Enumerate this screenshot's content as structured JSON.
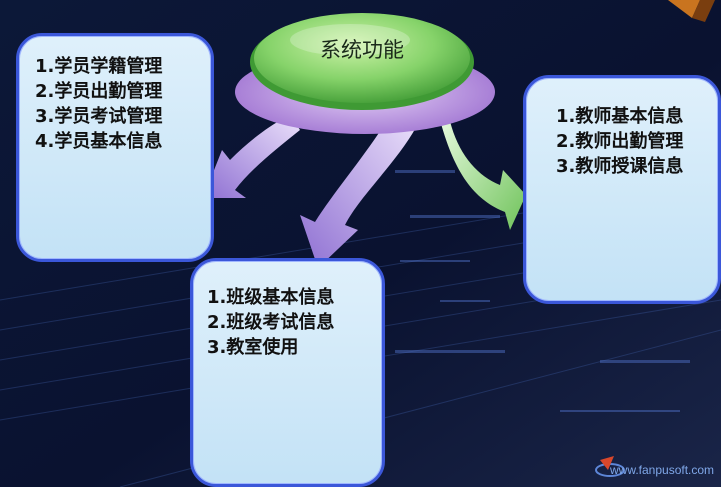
{
  "core": {
    "label": "系统功能"
  },
  "student_box": {
    "items": [
      "1.学员学籍管理",
      "2.学员出勤管理",
      "3.学员考试管理",
      "4.学员基本信息"
    ]
  },
  "teacher_box": {
    "items": [
      "1.教师基本信息",
      "2.教师出勤管理",
      "3.教师授课信息"
    ]
  },
  "class_box": {
    "items": [
      "1.班级基本信息",
      "2.班级考试信息",
      "3.教室使用"
    ]
  },
  "watermark": {
    "text": "www.fanpusoft.com"
  },
  "colors": {
    "background": "#0b1330",
    "box_border": "#3b57d9",
    "box_fill": "#cfe8f8",
    "core_green": "#86d36a",
    "core_purple": "#b48ddf",
    "arrow_purple": "#9b7fd6",
    "arrow_green": "#8fd27a"
  }
}
